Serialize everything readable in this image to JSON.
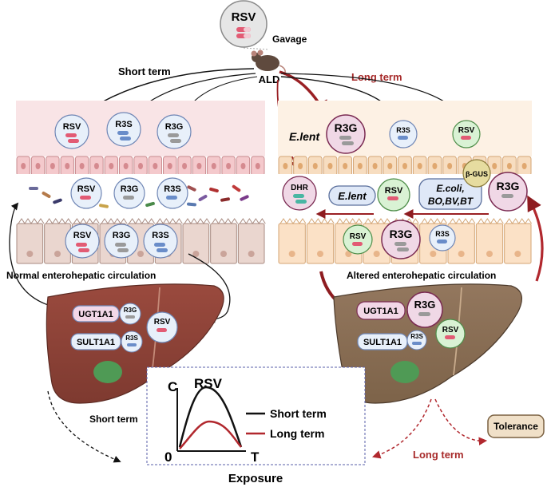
{
  "top": {
    "drug_label": "RSV",
    "gavage_label": "Gavage",
    "model_label": "ALD"
  },
  "branches": {
    "short_term": "Short term",
    "long_term": "Long term"
  },
  "left_panel": {
    "lumen": [
      "RSV",
      "R3S",
      "R3G"
    ],
    "mucus": [
      "RSV",
      "R3G",
      "R3S"
    ],
    "cells": [
      "RSV",
      "R3G",
      "R3S"
    ],
    "circulation_label": "Normal enterohepatic circulation",
    "liver": {
      "enzymes": [
        {
          "name": "UGT1A1",
          "metabolite": "R3G"
        },
        {
          "name": "SULT1A1",
          "metabolite": "R3S"
        }
      ],
      "drug": "RSV"
    },
    "bottom_label": "Short term"
  },
  "right_panel": {
    "bacterium_label": "E.lent",
    "lumen": [
      "R3G",
      "R3S",
      "RSV"
    ],
    "mucus": {
      "dhr": "DHR",
      "elent_box": "E.lent",
      "rsv": "RSV",
      "bacteria_box": "E.coli,\nBO,BV,BT",
      "enzyme": "β-GUS",
      "r3g": "R3G"
    },
    "cells": [
      "RSV",
      "R3G",
      "R3S"
    ],
    "circulation_label": "Altered enterohepatic circulation",
    "liver": {
      "enzymes": [
        {
          "name": "UGT1A1",
          "metabolite": "R3G"
        },
        {
          "name": "SULT1A1",
          "metabolite": "R3S"
        }
      ],
      "drug": "RSV"
    },
    "bottom_label": "Long term",
    "tolerance": "Tolerance"
  },
  "plot": {
    "y_axis": "C",
    "x_axis": "T",
    "origin": "0",
    "title": "RSV",
    "legend": [
      "Short term",
      "Long term"
    ],
    "caption": "Exposure"
  },
  "colors": {
    "short_curve": "#111111",
    "long_curve": "#b1282e",
    "dark_red": "#8e1c20"
  }
}
